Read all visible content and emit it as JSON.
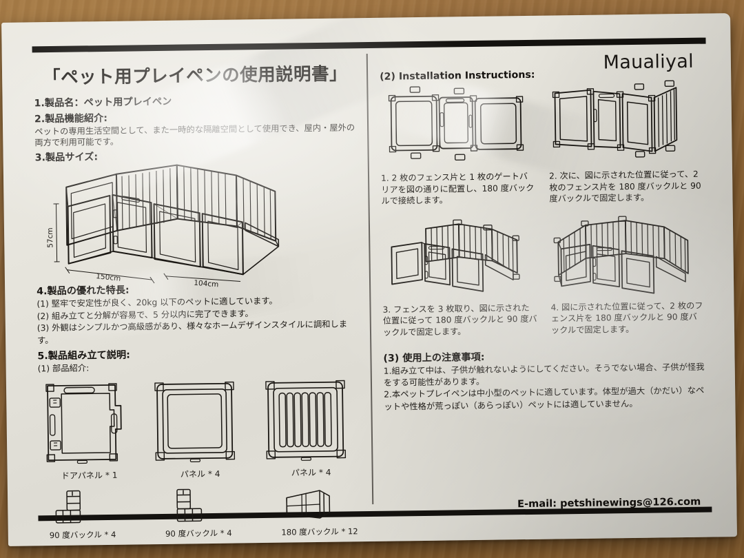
{
  "document": {
    "title": "「ペット用プレイペンの使用説明書」",
    "brand": "Maualiyal",
    "email": "E-mail: petshinewings@126.com"
  },
  "left_column": {
    "s1_heading": "1.製品名：ペット用プレイペン",
    "s2_heading": "2.製品機能紹介:",
    "s2_body": "ペットの専用生活空間として、また一時的な隔離空間として使用でき、屋内・屋外の両方で利用可能です。",
    "s3_heading": "3.製品サイズ:",
    "dimensions": {
      "height": "57cm",
      "width": "150cm",
      "depth": "104cm"
    },
    "s4_heading": "4.製品の優れた特長:",
    "s4_items": [
      "(1) 堅牢で安定性が良く、20kg 以下のペットに適しています。",
      "(2) 組み立てと分解が容易で、5 分以内に完了できます。",
      "(3) 外観はシンプルかつ高級感があり、様々なホームデザインスタイルに調和します。"
    ],
    "s5_heading": "5.製品組み立て説明:",
    "s5_sub_heading": "(1) 部品紹介:",
    "parts": [
      {
        "label": "ドアパネル * 1",
        "icon": "door-panel-icon"
      },
      {
        "label": "パネル * 4",
        "icon": "solid-panel-icon"
      },
      {
        "label": "パネル * 4",
        "icon": "barred-panel-icon"
      }
    ],
    "buckles": [
      {
        "label": "90 度バックル * 4",
        "icon": "buckle-90-left-icon"
      },
      {
        "label": "90 度バックル * 4",
        "icon": "buckle-90-right-icon"
      },
      {
        "label": "180 度バックル * 12",
        "icon": "buckle-180-icon"
      }
    ]
  },
  "right_column": {
    "install_heading": "(2) Installation Instructions:",
    "steps": [
      {
        "text": "1. 2 枚のフェンス片と 1 枚のゲートバリアを図の通りに配置し、180 度バックルで接続します。",
        "figure": "three-flat-panels-figure"
      },
      {
        "text": "2. 次に、図に示された位置に従って、2 枚のフェンス片を 180 度バックルと 90 度バックルで固定します。",
        "figure": "four-panels-angled-figure"
      },
      {
        "text": "3. フェンスを 3 枚取り、図に示された位置に従って 180 度バックルと 90 度バックルで固定します。",
        "figure": "partial-enclosure-figure"
      },
      {
        "text": "4. 図に示された位置に従って、2 枚のフェンス片を 180 度バックルと 90 度バックルで固定します。",
        "figure": "full-enclosure-figure"
      }
    ],
    "caution_heading": "(3) 使用上の注意事項:",
    "caution_items": [
      "1.組み立て中は、子供が触れないようにしてください。そうでない場合、子供が怪我をする可能性があります。",
      "2.本ペットプレイペンは中小型のペットに適しています。体型が過大（かだい）なペットや性格が荒っぽい（あらっぽい）ペットには適していません。"
    ]
  },
  "colors": {
    "ink": "#1d1a16",
    "rule": "#14120f",
    "paper": "#e7e5dd",
    "desk": "#9a6f3c"
  }
}
